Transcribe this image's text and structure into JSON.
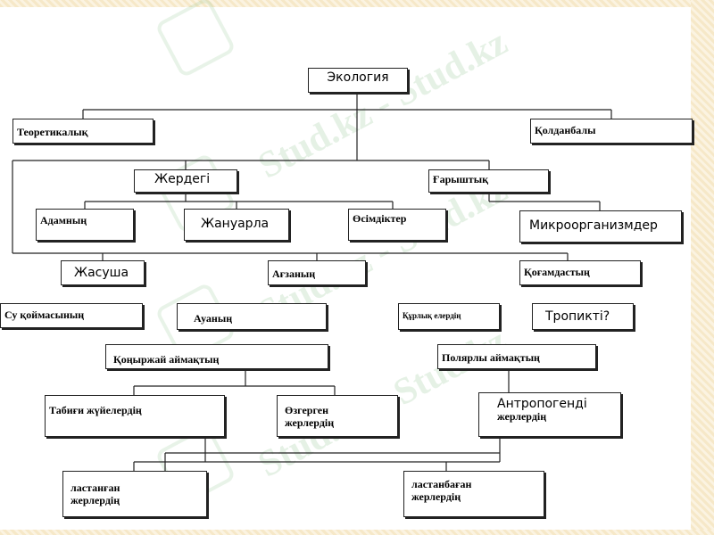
{
  "watermark": "Stud.kz - Stud.kz",
  "nodes": {
    "ekologiya": "Экология",
    "teoretikalyk": "Теоретикалық",
    "koldanbaly": "Қолданбалы",
    "zherdegi": "Жердегі",
    "garyshtyk": "Ғарыштық",
    "adamnyn": "Адамның",
    "zhanuarla": "Жануарла",
    "osimdikter": "Өсімдіктер",
    "mikroorganizmder": "Микроорганизмдер",
    "zhasusha": "Жасуша",
    "agzanyn": "Ағзаның",
    "kogamdastyn": "Қоғамдастың",
    "su_koimasynyn": "Су қоймасының",
    "auanyn": "Ауаның",
    "kurlyk_elderdin": "Құрлық елердің",
    "tropikti": "Тропикті?",
    "konyrzhai": "Қоңыржай аймақтың",
    "polyarly": "Полярлы аймақтың",
    "tabigi": "Табиғи жүйелердің",
    "ozgergen_1": "Өзгерген",
    "ozgergen_2": "жерлердің",
    "antropogendi_1": "Антропогенді",
    "antropogendi_2": "жерлердің",
    "lastangan_1": "ластанған",
    "lastangan_2": "жерлердің",
    "lastanbagan_1": "ластанбаған",
    "lastanbagan_2": "жерлердің"
  }
}
